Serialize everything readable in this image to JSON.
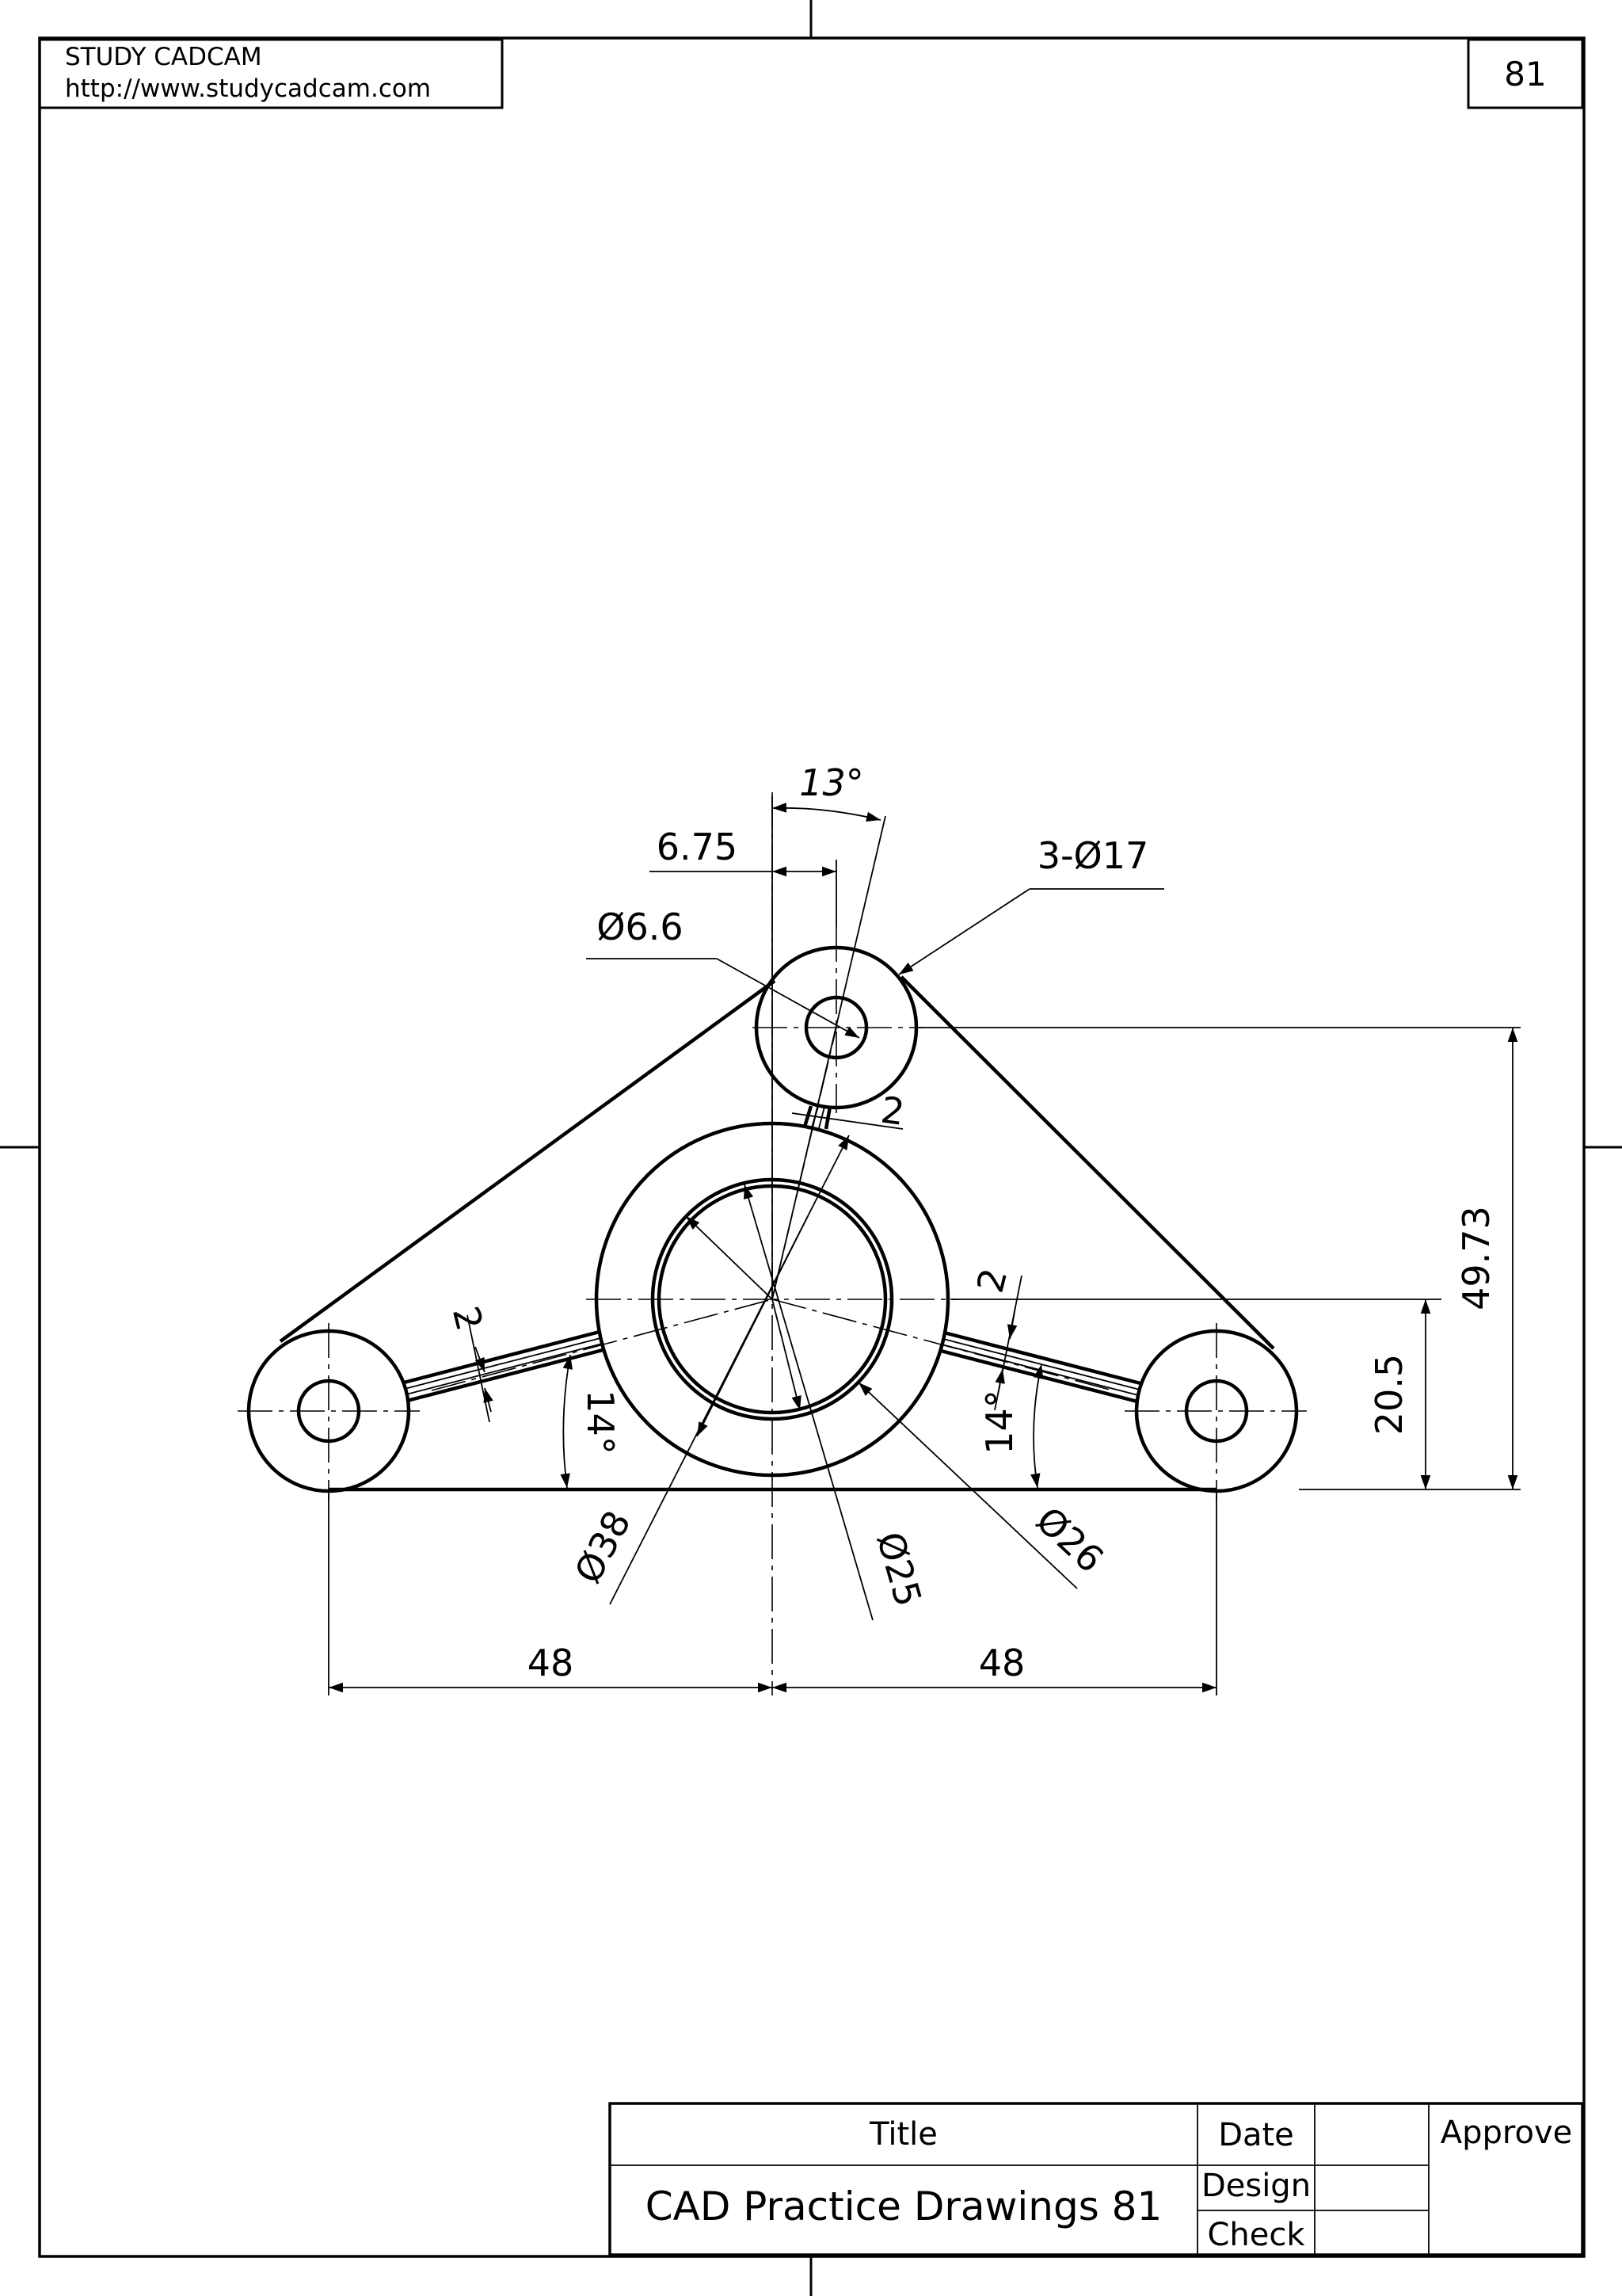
{
  "header": {
    "company": "STUDY CADCAM",
    "url": "http://www.studycadcam.com",
    "sheet_number": "81"
  },
  "dimensions": {
    "angle_top": "13°",
    "offset": "6.75",
    "small_hole": "Ø6.6",
    "boss_count_dia": "3-Ø17",
    "rib_top": "2",
    "rib_left": "2",
    "rib_right": "2",
    "angle_left": "14°",
    "angle_right": "14°",
    "height_total": "49.73",
    "height_centers": "20.5",
    "dia_outer": "Ø38",
    "dia_bore": "Ø25",
    "dia_inner": "Ø26",
    "span_left": "48",
    "span_right": "48"
  },
  "title_block": {
    "title_label": "Title",
    "drawing_title": "CAD Practice Drawings 81",
    "date_label": "Date",
    "design_label": "Design",
    "check_label": "Check",
    "approve_label": "Approve"
  }
}
